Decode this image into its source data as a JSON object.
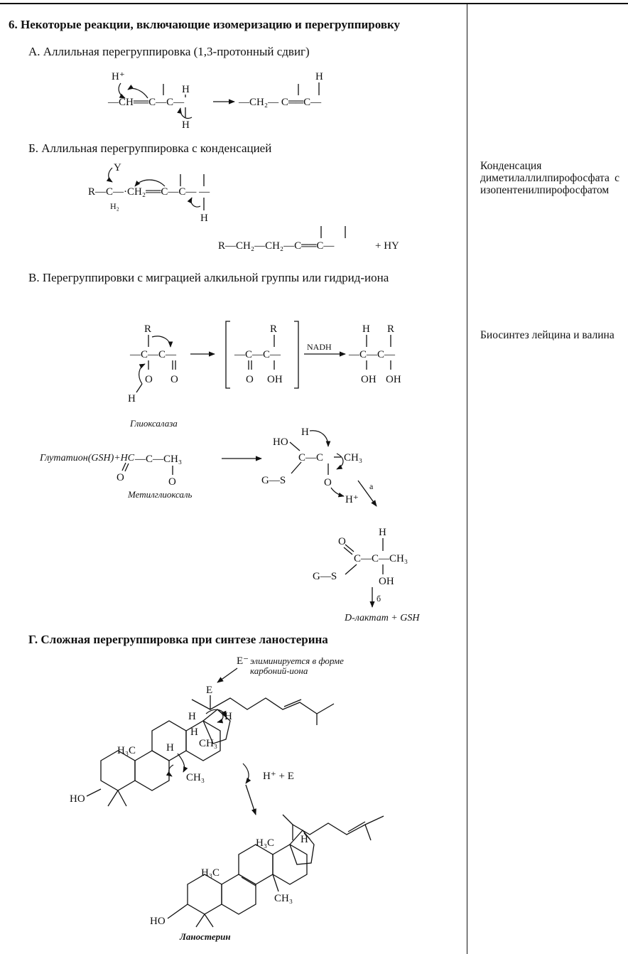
{
  "heading": "6. Некоторые реакции, включающие изомеризацию и перегруппировку",
  "sections": {
    "a": "А. Аллильная перегруппировка (1,3-протонный сдвиг)",
    "b": "Б. Аллильная перегруппировка с конденсацией",
    "v": "В. Перегруппировки с миграцией алкильной группы или гидрид-иона",
    "g": "Г. Сложная перегруппировка при синтезе ланостерина"
  },
  "notes": {
    "b": "Конденсация диметилаллилпирофосфата с изопентенилпирофосфатом",
    "v": "Биосинтез лейцина и валина"
  },
  "labels": {
    "glyoxalase": "Глиоксалаза",
    "glutathione": "Глутатион(GSH)+HC",
    "methylglyoxal": "Метилглиоксаль",
    "nadh": "NADH",
    "d_lactate": "D-лактат + GSH",
    "hy": "+ HY",
    "step_a": "а",
    "step_b": "б",
    "e_note": "элиминируется в форме карбоний-иона",
    "e_minus": "E⁻",
    "h_plus_e": "H⁺ + E",
    "lanosterol": "Ланостерин"
  }
}
